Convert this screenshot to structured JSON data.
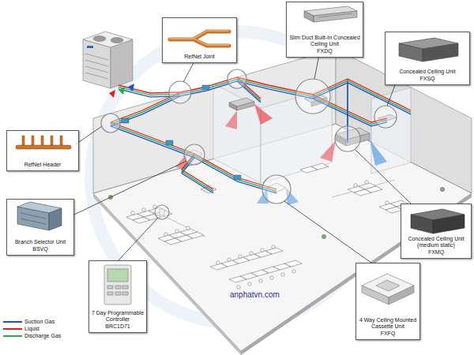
{
  "diagram": {
    "nodes": [
      {
        "text": [
          "Slim Duct Built-In Concealed Ceiling Unit",
          "FXDQ"
        ]
      },
      {
        "text": [
          "RefNet Joint"
        ]
      },
      {
        "text": [
          "Concealed Ceiling Unit",
          "FXSQ"
        ]
      },
      {
        "text": [
          "RefNet Header"
        ]
      },
      {
        "text": [
          "Branch Selector Unit",
          "BSVQ"
        ]
      },
      {
        "text": [
          "Concealed Ceiling Unit (medium static)",
          "FXMQ"
        ]
      },
      {
        "text": [
          "7 Day Programmable Controller",
          "BRC1D71"
        ]
      },
      {
        "text": [
          "4 Way Ceiling Mounted Cassette Unit",
          "FXFQ"
        ]
      }
    ],
    "labels": [
      "anphatvn.com"
    ],
    "legend": [
      {
        "text": "Suction Gas"
      },
      {
        "text": "Liquid"
      },
      {
        "text": "Discharge Gas"
      }
    ]
  }
}
